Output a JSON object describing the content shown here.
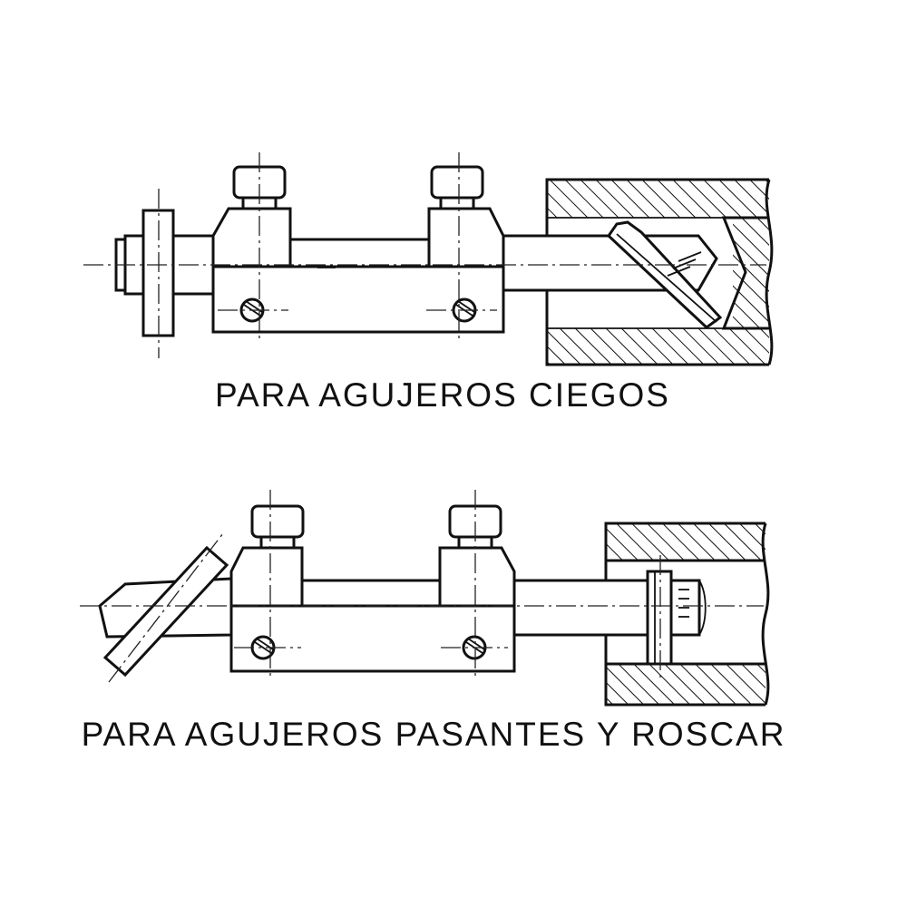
{
  "figures": [
    {
      "id": "blind-holes",
      "caption": "PARA AGUJEROS CIEGOS"
    },
    {
      "id": "through-holes-threading",
      "caption": "PARA AGUJEROS PASANTES Y ROSCAR"
    }
  ],
  "colors": {
    "ink": "#111111",
    "paper": "#ffffff"
  }
}
